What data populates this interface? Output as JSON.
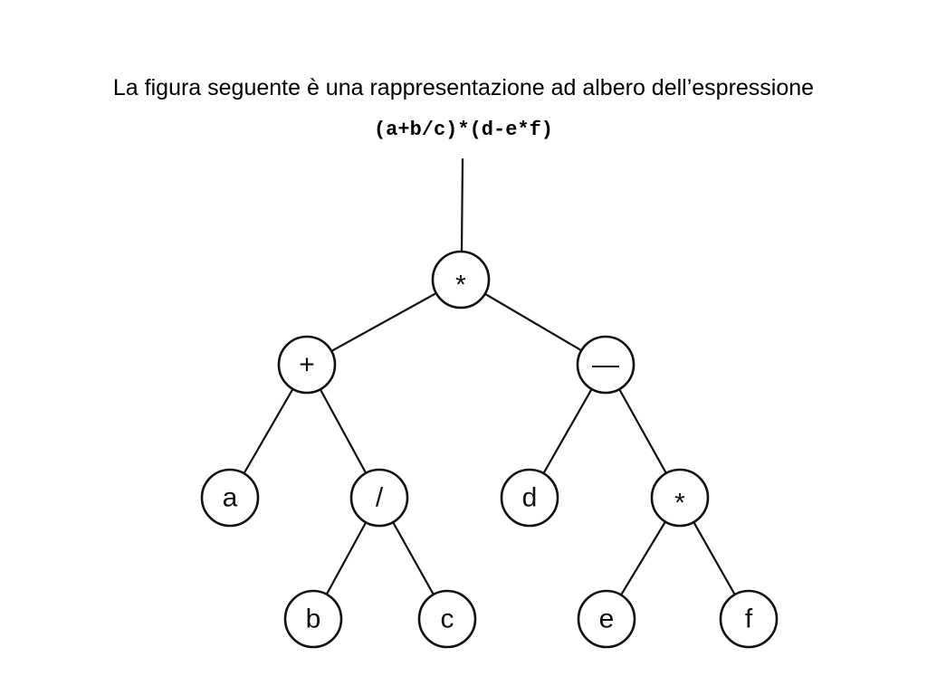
{
  "heading": {
    "text": "La figura seguente è una rappresentazione ad albero dell’espressione"
  },
  "expression": {
    "text": "(a+b/c)*(d-e*f)"
  },
  "tree": {
    "colors": {
      "stroke": "#111111",
      "fill": "#ffffff"
    },
    "nodes": [
      {
        "id": "root",
        "label": "*"
      },
      {
        "id": "plus",
        "label": "+"
      },
      {
        "id": "minus",
        "label": "—"
      },
      {
        "id": "a",
        "label": "a"
      },
      {
        "id": "div",
        "label": "/"
      },
      {
        "id": "d",
        "label": "d"
      },
      {
        "id": "times2",
        "label": "*"
      },
      {
        "id": "b",
        "label": "b"
      },
      {
        "id": "c",
        "label": "c"
      },
      {
        "id": "e",
        "label": "e"
      },
      {
        "id": "f",
        "label": "f"
      }
    ],
    "edges": [
      {
        "from": "root",
        "to": "plus"
      },
      {
        "from": "root",
        "to": "minus"
      },
      {
        "from": "plus",
        "to": "a"
      },
      {
        "from": "plus",
        "to": "div"
      },
      {
        "from": "div",
        "to": "b"
      },
      {
        "from": "div",
        "to": "c"
      },
      {
        "from": "minus",
        "to": "d"
      },
      {
        "from": "minus",
        "to": "times2"
      },
      {
        "from": "times2",
        "to": "e"
      },
      {
        "from": "times2",
        "to": "f"
      }
    ]
  }
}
